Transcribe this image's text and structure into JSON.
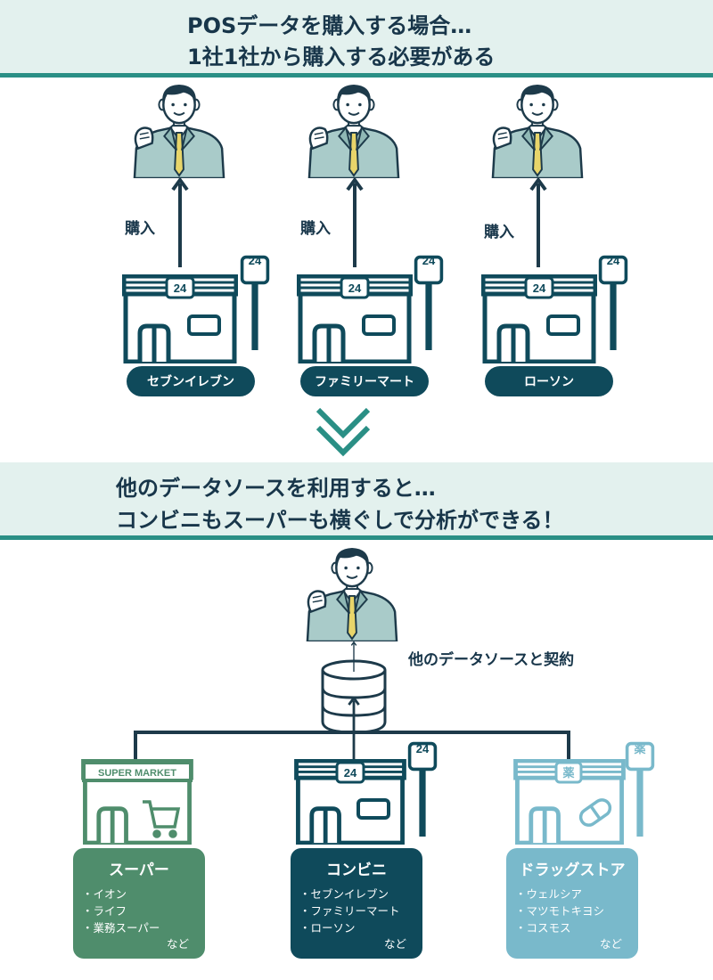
{
  "top_banner": {
    "line1": "POSデータを購入する場合…",
    "line2": "1社1社から購入する必要がある"
  },
  "purchase_label": "購入",
  "store_sign": "24",
  "stores": [
    {
      "name": "セブンイレブン"
    },
    {
      "name": "ファミリーマート"
    },
    {
      "name": "ローソン"
    }
  ],
  "bottom_banner": {
    "line1": "他のデータソースを利用すると…",
    "line2": "コンビニもスーパーも横ぐしで分析ができる！"
  },
  "contract_label": "他のデータソースと契約",
  "supermarket_sign": "SUPER MARKET",
  "drugstore_sign": "薬",
  "categories": [
    {
      "title": "スーパー",
      "items": [
        "・イオン",
        "・ライフ",
        "・業務スーパー"
      ],
      "etc": "など",
      "color": "#4f8d6c"
    },
    {
      "title": "コンビニ",
      "items": [
        "・セブンイレブン",
        "・ファミリーマート",
        "・ローソン"
      ],
      "etc": "など",
      "color": "#0f4a5b"
    },
    {
      "title": "ドラッグストア",
      "items": [
        "・ウェルシア",
        "・マツモトキヨシ",
        "・コスモス"
      ],
      "etc": "など",
      "color": "#79b9cb"
    }
  ],
  "colors": {
    "navy": "#0f4a5b",
    "teal_rule": "#2a8f85",
    "banner_bg": "#e3f1ee",
    "green": "#4f8d6c",
    "light_blue": "#79b9cb",
    "person_suit": "#a9cbc9"
  }
}
